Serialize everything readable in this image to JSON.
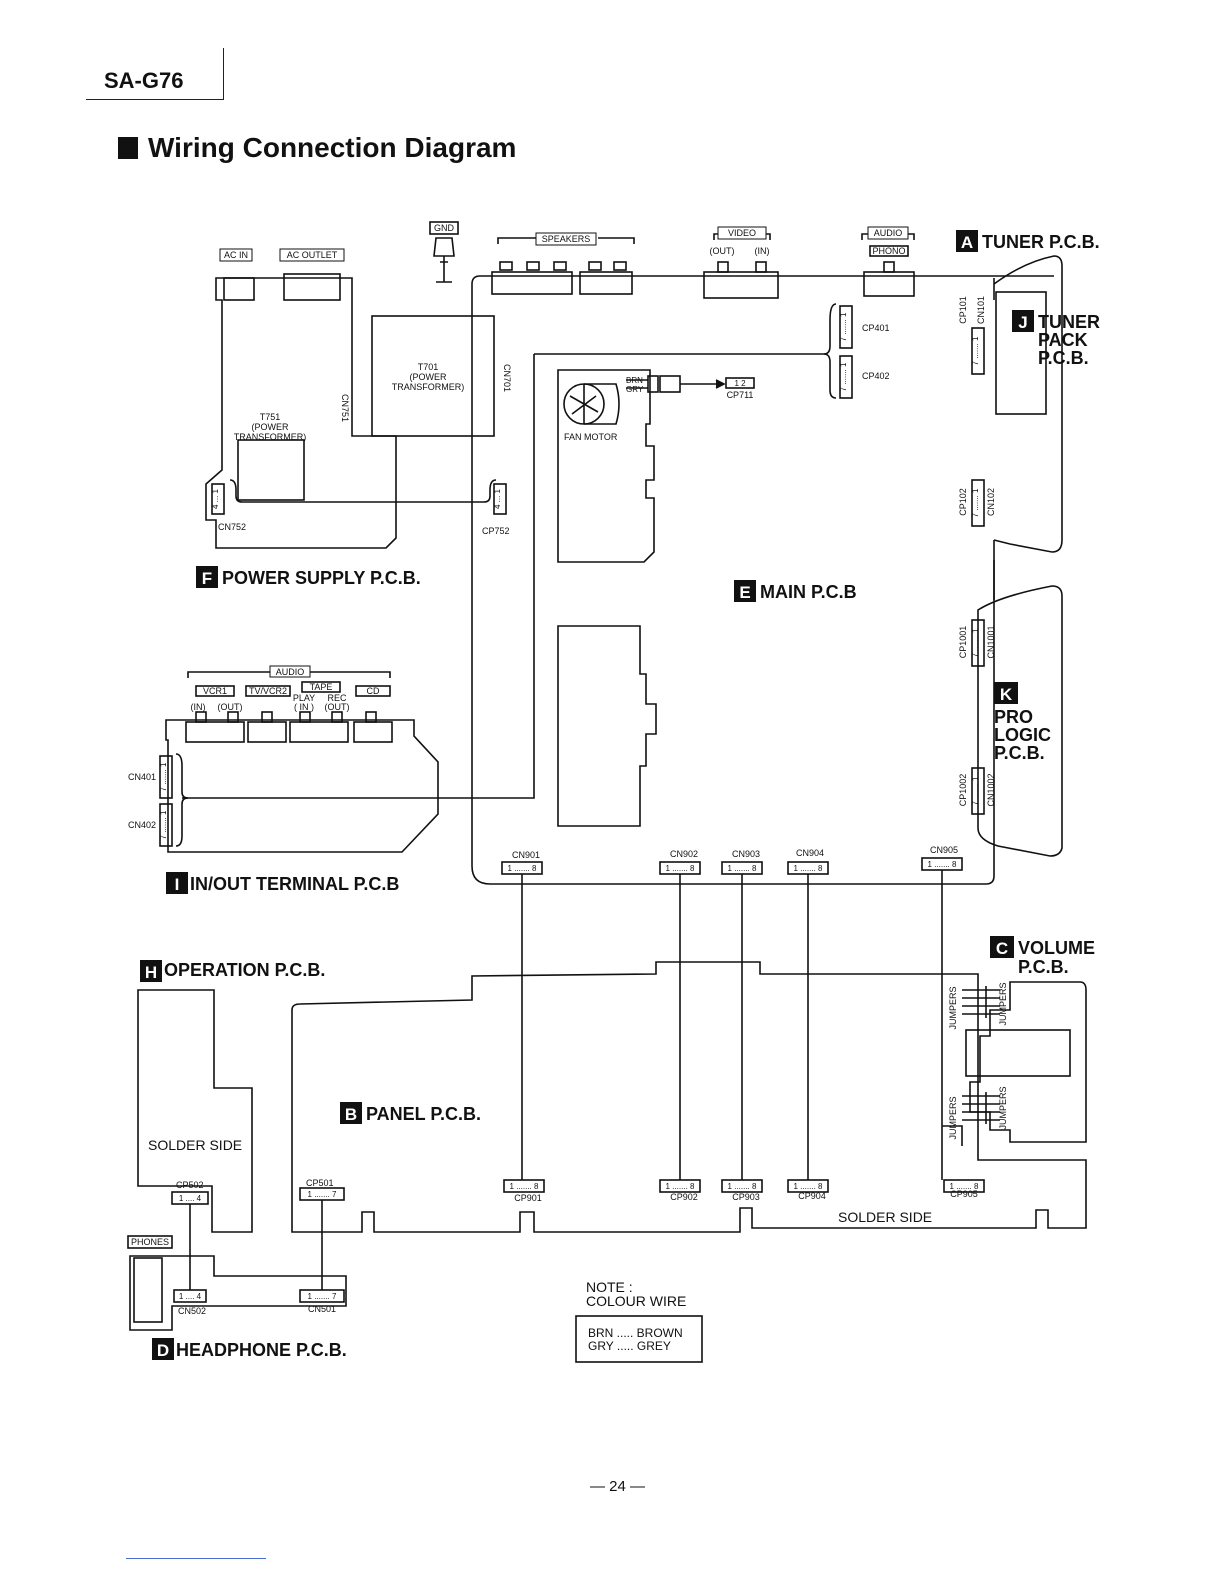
{
  "header": {
    "model": "SA-G76",
    "title": "Wiring Connection Diagram"
  },
  "pcbs": {
    "tuner": {
      "letter": "A",
      "name": "TUNER P.C.B."
    },
    "tuner_pack": {
      "letter": "J",
      "line1": "TUNER",
      "line2": "PACK",
      "line3": "P.C.B."
    },
    "power_supply": {
      "letter": "F",
      "name": "POWER SUPPLY  P.C.B."
    },
    "main": {
      "letter": "E",
      "name": "MAIN  P.C.B"
    },
    "pro_logic": {
      "letter": "K",
      "line1": "PRO",
      "line2": "LOGIC",
      "line3": "P.C.B."
    },
    "inout": {
      "letter": "I",
      "name": "IN/OUT TERMINAL P.C.B"
    },
    "volume": {
      "letter": "C",
      "line1": "VOLUME",
      "line2": "P.C.B."
    },
    "operation": {
      "letter": "H",
      "name": "OPERATION  P.C.B."
    },
    "panel": {
      "letter": "B",
      "name": "PANEL  P.C.B."
    },
    "headphone": {
      "letter": "D",
      "name": "HEADPHONE  P.C.B."
    }
  },
  "terminals": {
    "gnd": "GND",
    "ac_in": "AC IN",
    "ac_outlet": "AC OUTLET",
    "speakers": "SPEAKERS",
    "video": "VIDEO",
    "video_out": "(OUT)",
    "video_in": "(IN)",
    "audio_top": "AUDIO",
    "phono": "PHONO",
    "audio": "AUDIO",
    "vcr1": "VCR1",
    "tv_vcr2": "TV/VCR2",
    "tape": "TAPE",
    "cd": "CD",
    "in": "(IN)",
    "out": "(OUT)",
    "play": "PLAY",
    "rec": "REC",
    "play_in": "( IN )",
    "rec_out": "(OUT)",
    "phones": "PHONES"
  },
  "components": {
    "t701": [
      "T701",
      "(POWER",
      "TRANSFORMER)"
    ],
    "t751": [
      "T751",
      "(POWER",
      "TRANSFORMER)"
    ],
    "fan_motor": "FAN MOTOR",
    "brn": "BRN",
    "gry": "GRY"
  },
  "connectors": {
    "cn701": "CN701",
    "cn751": "CN751",
    "cn752": "CN752",
    "cp752": "CP752",
    "cp401": "CP401",
    "cp402": "CP402",
    "cp711": "CP711",
    "cp101": "CP101",
    "cn101": "CN101",
    "cp102": "CP102",
    "cn102": "CN102",
    "cp1001": "CP1001",
    "cn1001": "CN1001",
    "cp1002": "CP1002",
    "cn1002": "CN1002",
    "cn401": "CN401",
    "cn402": "CN402",
    "cn901": "CN901",
    "cn902": "CN902",
    "cn903": "CN903",
    "cn904": "CN904",
    "cn905": "CN905",
    "cp901": "CP901",
    "cp902": "CP902",
    "cp903": "CP903",
    "cp904": "CP904",
    "cp905": "CP905",
    "cp501": "CP501",
    "cp502": "CP502",
    "cn501": "CN501",
    "cn502": "CN502",
    "jumpers": "JUMPERS",
    "pin_1_8": "1 ....... 8",
    "pin_1_7": "1 ....... 7",
    "pin_1_4": "1 .... 4",
    "pin_1_2": "1   2",
    "pin_4_1": "4 ... 1",
    "pin_7_1": "7 ....... 1"
  },
  "labels": {
    "solder_side": "SOLDER SIDE"
  },
  "note": {
    "title": "NOTE :",
    "subtitle": "COLOUR WIRE",
    "brn": "BRN ..... BROWN",
    "gry": "GRY ..... GREY"
  },
  "page_number": "— 24 —"
}
